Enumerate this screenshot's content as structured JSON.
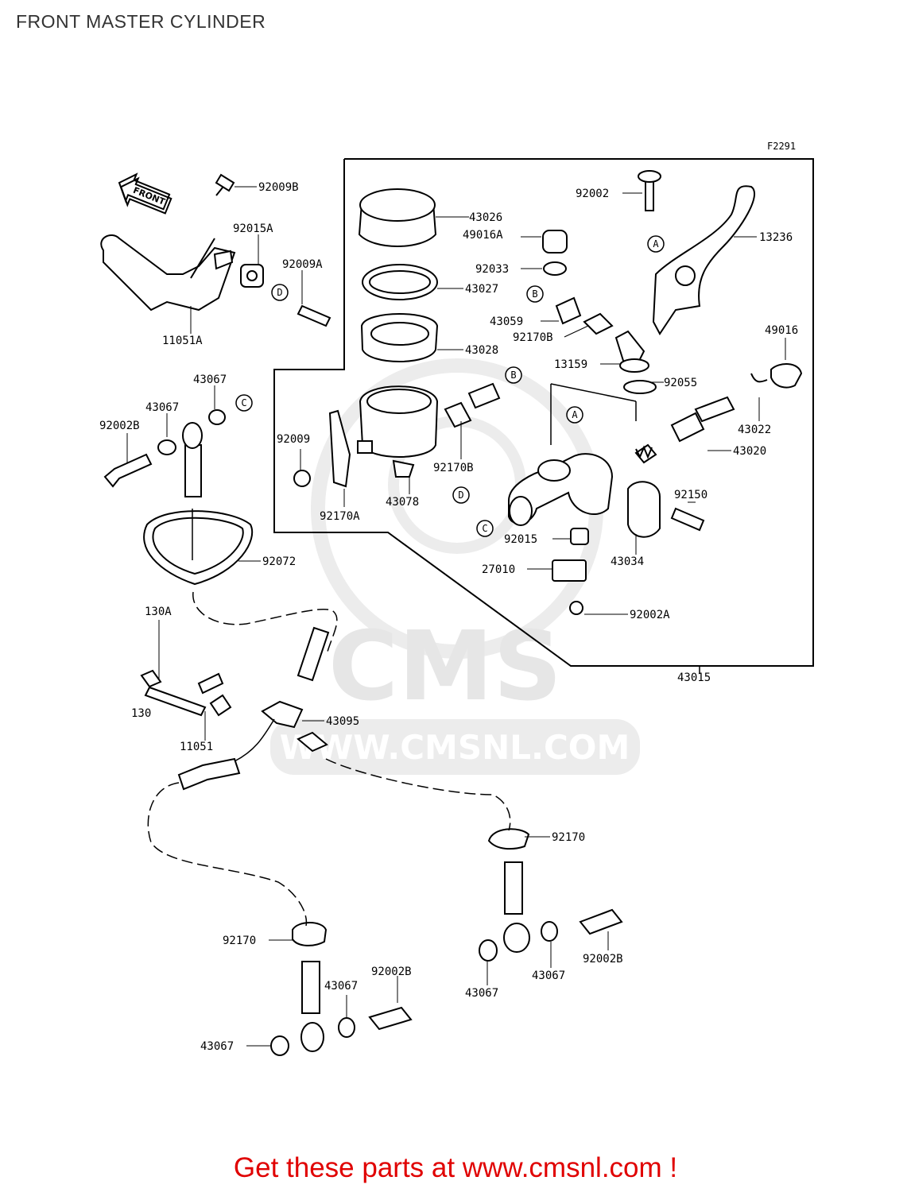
{
  "page": {
    "title": "FRONT MASTER CYLINDER",
    "footer": "Get these parts at www.cmsnl.com !"
  },
  "diagram": {
    "figure_code": "F2291",
    "front_arrow": "FRONT",
    "watermark": {
      "brand": "CMS",
      "url": "WWW.CMSNL.COM"
    },
    "part_labels": [
      "92009B",
      "92015A",
      "92009A",
      "11051A",
      "43067",
      "43067",
      "92002B",
      "92072",
      "130A",
      "130",
      "11051",
      "43095",
      "43026",
      "49016A",
      "92033",
      "43027",
      "43059",
      "92170B",
      "43028",
      "92009",
      "92170A",
      "43078",
      "92170B",
      "92002",
      "13236",
      "13159",
      "92055",
      "49016",
      "43022",
      "43020",
      "92150",
      "43034",
      "92015",
      "27010",
      "92002A",
      "43015",
      "92170",
      "43067",
      "43067",
      "92002B",
      "92170",
      "43067",
      "92002B",
      "43067"
    ],
    "callouts": [
      "A",
      "B",
      "B",
      "C",
      "C",
      "D",
      "D",
      "A"
    ],
    "colors": {
      "lines": "#000000",
      "watermark": "#e6e6e6",
      "footer": "#e00000",
      "title": "#333333"
    }
  }
}
